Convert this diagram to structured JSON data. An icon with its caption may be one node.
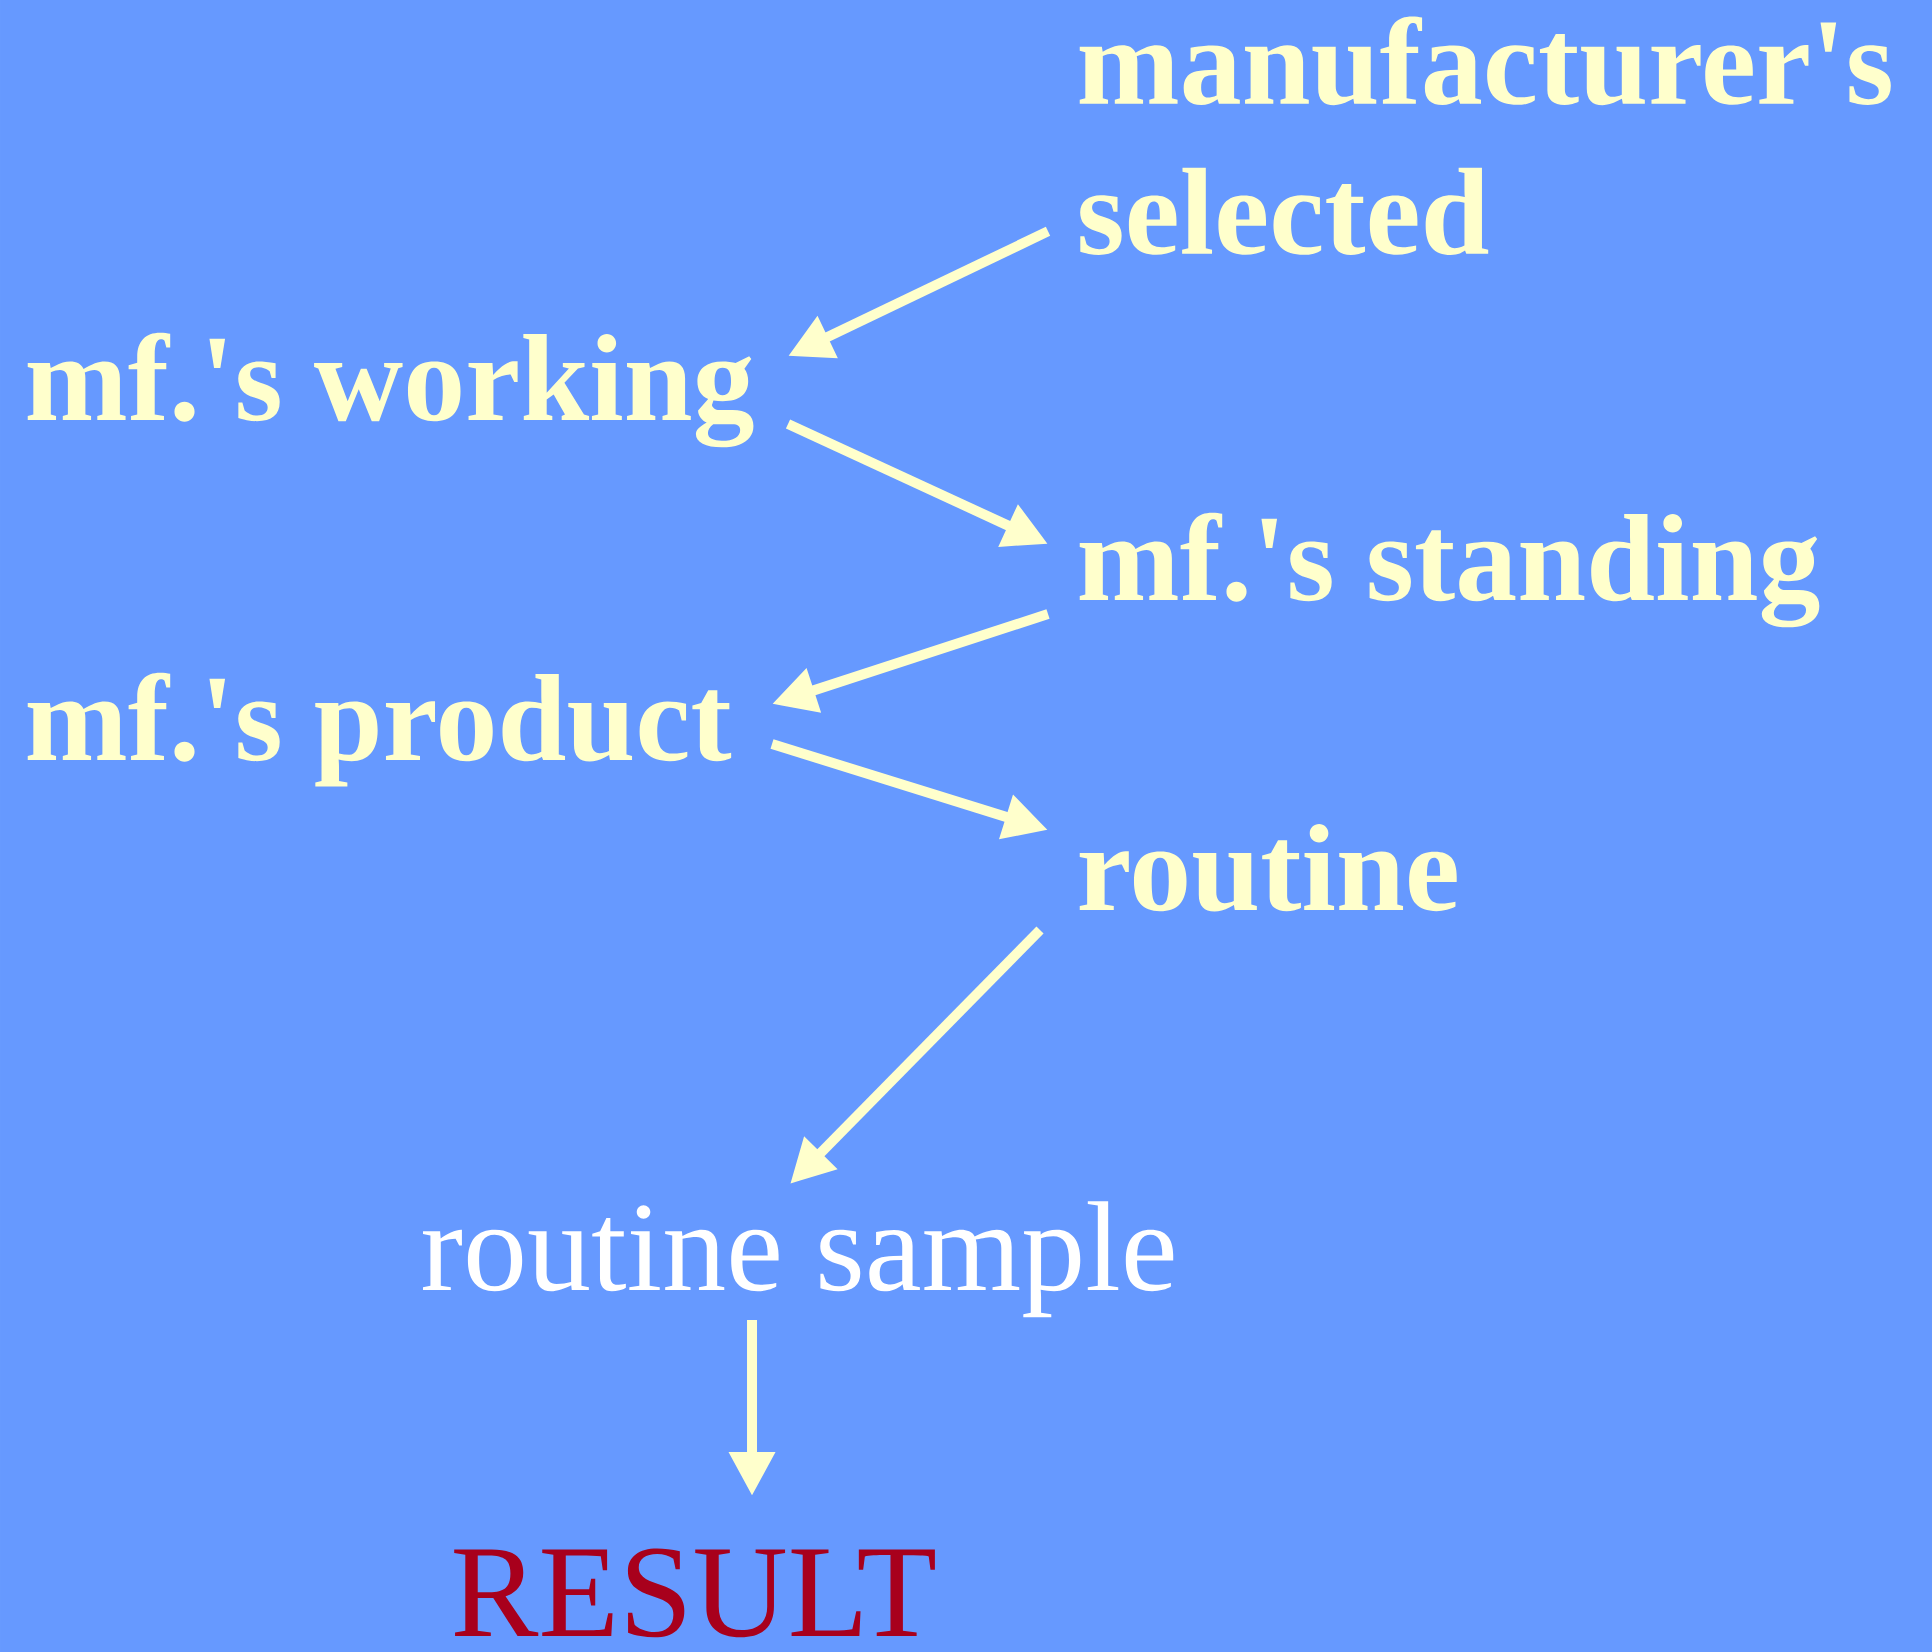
{
  "diagram": {
    "nodes": [
      {
        "text": [
          "manufacturer's selected"
        ]
      },
      {
        "text": [
          "mf.'s working"
        ]
      },
      {
        "text": [
          "mf.'s standing"
        ]
      },
      {
        "text": [
          "mf.'s product"
        ]
      },
      {
        "text": [
          "routine"
        ]
      },
      {
        "text": [
          "routine sample"
        ]
      },
      {
        "text": [
          "RESULT"
        ]
      }
    ],
    "edges": [
      {
        "from": 0,
        "to": 1,
        "arrow": "to"
      },
      {
        "from": 1,
        "to": 2,
        "arrow": "to"
      },
      {
        "from": 2,
        "to": 3,
        "arrow": "to"
      },
      {
        "from": 3,
        "to": 4,
        "arrow": "to"
      },
      {
        "from": 4,
        "to": 5,
        "arrow": "to"
      },
      {
        "from": 5,
        "to": 6,
        "arrow": "to"
      }
    ]
  }
}
